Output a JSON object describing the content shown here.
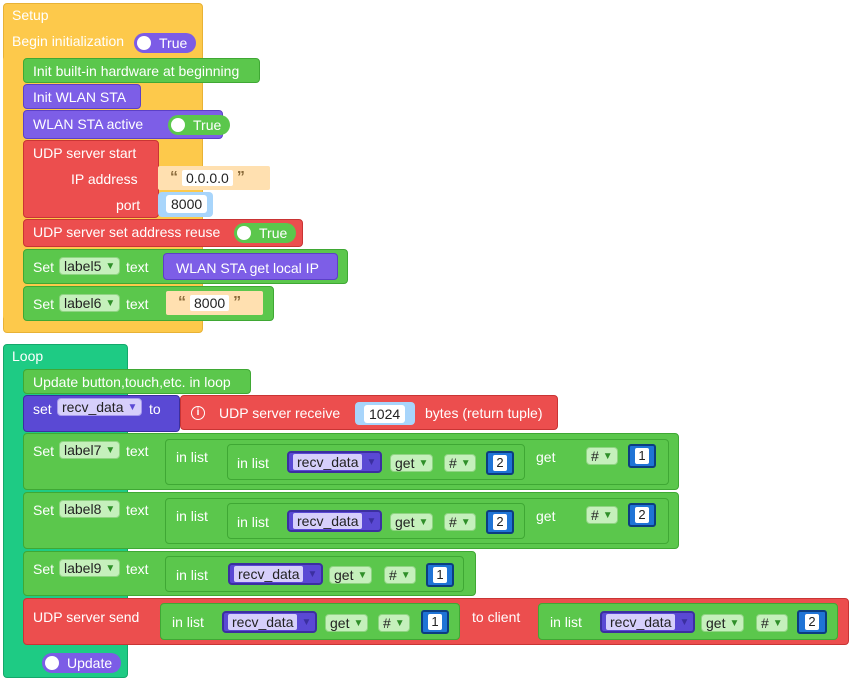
{
  "setup": {
    "title": "Setup",
    "begin_init": "Begin initialization",
    "begin_init_toggle": "True",
    "init_hw": "Init built-in hardware at beginning",
    "init_wlan": "Init WLAN STA",
    "wlan_active": "WLAN STA active",
    "wlan_active_toggle": "True",
    "udp_start": "UDP server start",
    "ip_label": "IP address",
    "ip_value": "0.0.0.0",
    "port_label": "port",
    "port_value": "8000",
    "udp_reuse": "UDP server set address reuse",
    "udp_reuse_toggle": "True",
    "set5_set": "Set",
    "set5_label": "label5",
    "set5_text": "text",
    "set5_value": "WLAN STA get local IP",
    "set6_set": "Set",
    "set6_label": "label6",
    "set6_text": "text",
    "set6_value": "8000"
  },
  "loop": {
    "title": "Loop",
    "update": "Update button,touch,etc. in loop",
    "set_kw": "set",
    "set_var": "recv_data",
    "to_kw": "to",
    "receive": "UDP server receive",
    "receive_bytes": "1024",
    "receive_suffix": "bytes (return tuple)",
    "set7": {
      "set": "Set",
      "label": "label7",
      "text": "text",
      "in_list": "in list",
      "inner_in_list": "in list",
      "var": "recv_data",
      "get1": "get",
      "hash1": "#",
      "idx1": "2",
      "get2": "get",
      "hash2": "#",
      "idx2": "1"
    },
    "set8": {
      "set": "Set",
      "label": "label8",
      "text": "text",
      "in_list": "in list",
      "inner_in_list": "in list",
      "var": "recv_data",
      "get1": "get",
      "hash1": "#",
      "idx1": "2",
      "get2": "get",
      "hash2": "#",
      "idx2": "2"
    },
    "set9": {
      "set": "Set",
      "label": "label9",
      "text": "text",
      "in_list": "in list",
      "var": "recv_data",
      "get": "get",
      "hash": "#",
      "idx": "1"
    },
    "send": {
      "label": "UDP server send",
      "in_list": "in list",
      "var": "recv_data",
      "get": "get",
      "hash": "#",
      "idx": "1",
      "to_client": "to client",
      "in_list2": "in list",
      "var2": "recv_data",
      "get2": "get",
      "hash2": "#",
      "idx2": "2"
    },
    "update_toggle": "Update"
  },
  "colors": {
    "event": "#fdc94b",
    "loop": "#1ecb84",
    "green": "#5bc74c",
    "purple": "#7d5ee7",
    "red": "#ec4e4e",
    "blue": "#1f74d6"
  }
}
